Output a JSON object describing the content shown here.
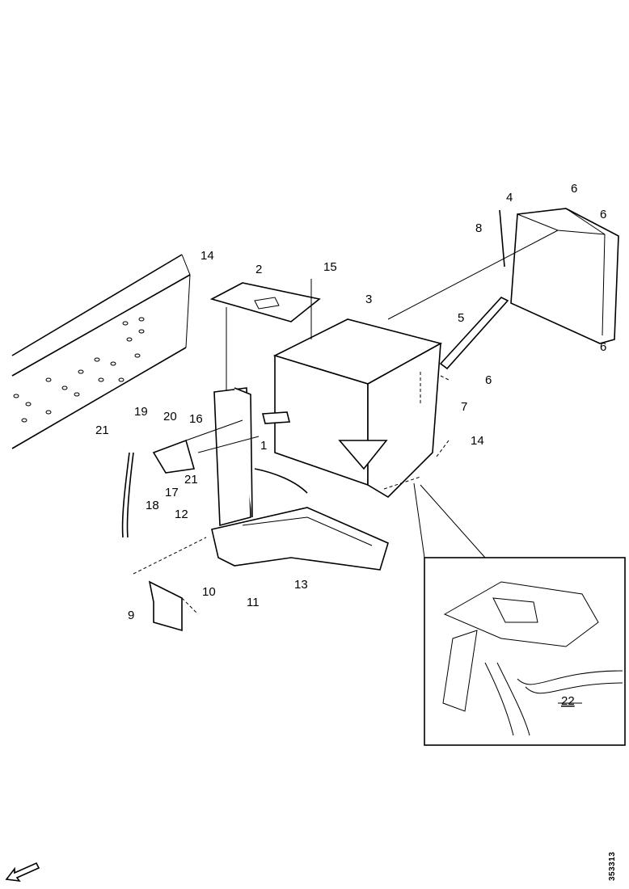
{
  "diagram": {
    "callouts": [
      "1",
      "2",
      "3",
      "4",
      "5",
      "6",
      "6",
      "6",
      "6",
      "7",
      "8",
      "9",
      "10",
      "11",
      "12",
      "13",
      "14",
      "14",
      "15",
      "16",
      "17",
      "18",
      "19",
      "20",
      "21",
      "21",
      "22"
    ],
    "detail_callout": "22",
    "document_id": "353313",
    "orientation_arrow": "direction-arrow-icon"
  }
}
